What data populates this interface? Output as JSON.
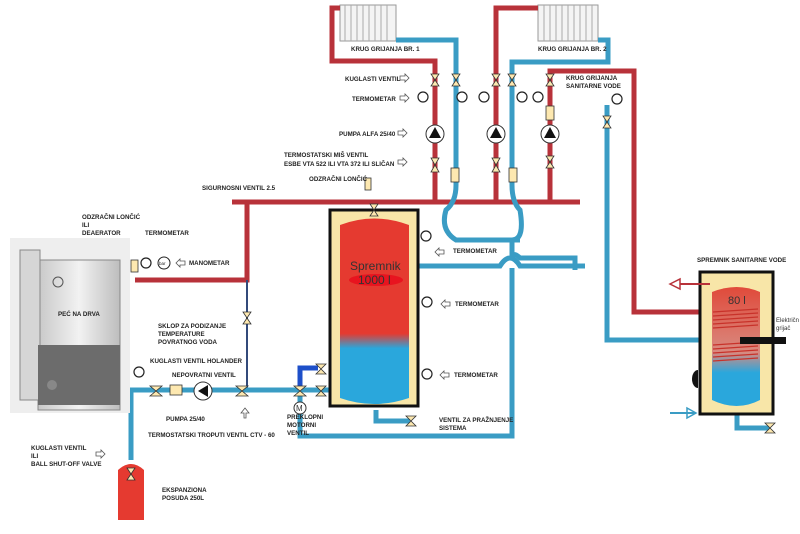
{
  "colors": {
    "hot_pipe": "#b8323a",
    "cold_pipe": "#3a9cc4",
    "tank_hot": "#e53a30",
    "tank_cold": "#2aa7dc",
    "insulation": "#f8e6a8"
  },
  "labels": {
    "circuit1": "KRUG GRIJANJA BR. 1",
    "circuit2": "KRUG GRIJANJA BR. 2",
    "circuit_sanitary": [
      "KRUG GRIJANJA",
      "SANITARNE VODE"
    ],
    "ball_valve": "KUGLASTI VENTIL",
    "thermometer": "TERMOMETAR",
    "pump_alfa": "PUMPA ALFA 25/40",
    "mixing_valve": [
      "TERMOSTATSKI MIŠ VENTIL",
      "ESBE VTA 522 ILI VTA 372 ILI SLIČAN"
    ],
    "air_vent": "ODZRAČNI LONČIĆ",
    "safety_valve": "SIGURNOSNI VENTIL 2.5",
    "deaerator": [
      "ODZRAČNI LONČIĆ",
      "ILI",
      "DEAERATOR"
    ],
    "boiler_thermometer": "TERMOMETAR",
    "manometer": "MANOMETAR",
    "manometer_unit": "bar",
    "boiler": "PEĆ NA DRVA",
    "return_assembly": [
      "SKLOP ZA PODIZANJE",
      "TEMPERATURE",
      "POVRATNOG VODA"
    ],
    "ball_valve_holander": "KUGLASTI VENTIL  HOLANDER",
    "check_valve": "NEPOVRATNI VENTIL",
    "pump_2540": "PUMPA 25/40",
    "three_way_valve": "TERMOSTATSKI TROPUTI VENTIL CTV - 60",
    "ball_shutoff": [
      "KUGLASTI VENTIL",
      "ILI",
      "BALL SHUT-OFF VALVE"
    ],
    "expansion": [
      "EKSPANZIONA",
      "POSUDA 250L"
    ],
    "motor_valve": [
      "PREKLOPNI",
      "MOTORNI",
      "VENTIL"
    ],
    "motor_symbol": "M",
    "tank_name": "Spremnik",
    "tank_volume": "1000 l",
    "tank_thermometer_1": "TERMOMETAR",
    "tank_thermometer_2": "TERMOMETAR",
    "tank_thermometer_3": "TERMOMETAR",
    "drain_valve": [
      "VENTIL ZA PRAŽNJENJE",
      "SISTEMA"
    ],
    "dhw_tank": "SPREMNIK SANITARNE VODE",
    "dhw_volume": "80 l",
    "electric_heater": [
      "Električn",
      "grijač"
    ]
  }
}
